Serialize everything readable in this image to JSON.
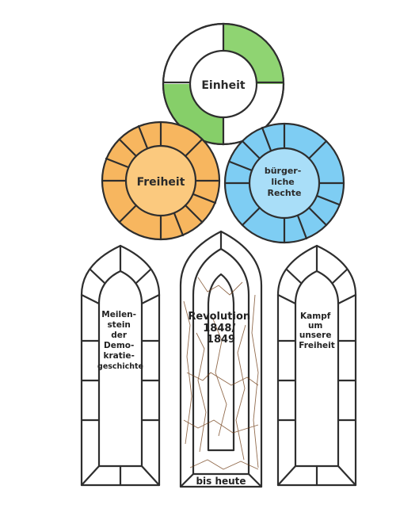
{
  "colors": {
    "green": "#9bde7e",
    "green_dark": "#7fc964",
    "orange": "#f7b65f",
    "orange_light": "#fbc97e",
    "blue": "#7ecdf3",
    "blue_light": "#a9def8",
    "yellow": "#fde68a",
    "yellow_light": "#fff0a8",
    "red_orange": "#f07a3a",
    "amber": "#f4a83f",
    "outline": "#2e2e2e"
  },
  "circles": {
    "top": {
      "label": "Einheit"
    },
    "left": {
      "label": "Freiheit"
    },
    "right": {
      "label_lines": [
        "bürger-",
        "liche",
        "Rechte"
      ]
    }
  },
  "windows": {
    "left": {
      "label_lines": [
        "Meilen-",
        "stein",
        "der",
        "Demo-",
        "kratie-",
        "geschichte"
      ]
    },
    "center": {
      "label_lines": [
        "Revolution",
        "1848/",
        "1849"
      ],
      "footer": "bis heute"
    },
    "right": {
      "label_lines": [
        "Kampf",
        "um",
        "unsere",
        "Freiheit"
      ]
    }
  }
}
